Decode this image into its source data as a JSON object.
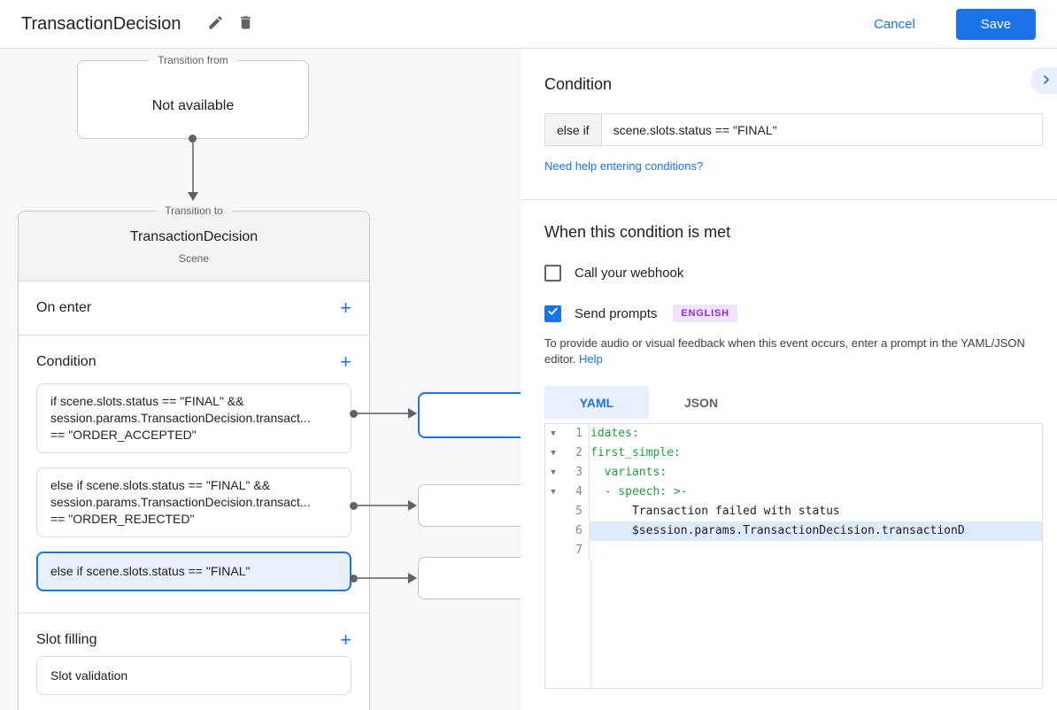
{
  "topbar": {
    "title": "TransactionDecision",
    "cancel_label": "Cancel",
    "save_label": "Save"
  },
  "flow": {
    "transition_from": {
      "legend": "Transition from",
      "value": "Not available"
    },
    "transition_to": {
      "legend": "Transition to",
      "title": "TransactionDecision",
      "subtitle": "Scene",
      "on_enter_label": "On enter",
      "condition_label": "Condition",
      "slot_filling_label": "Slot filling",
      "slot_validation_label": "Slot validation",
      "add_label": "+",
      "conditions": [
        {
          "text": "if scene.slots.status == \"FINAL\" &&\nsession.params.TransactionDecision.transact...\n== \"ORDER_ACCEPTED\""
        },
        {
          "text": "else if scene.slots.status == \"FINAL\" &&\nsession.params.TransactionDecision.transact...\n== \"ORDER_REJECTED\""
        },
        {
          "text": "else if scene.slots.status == \"FINAL\""
        }
      ]
    }
  },
  "panel": {
    "condition_section": {
      "heading": "Condition",
      "prefix": "else if",
      "expression": "scene.slots.status == \"FINAL\"",
      "help_link": "Need help entering conditions?"
    },
    "when_met": {
      "heading": "When this condition is met",
      "webhook_label": "Call your webhook",
      "send_prompts_label": "Send prompts",
      "language_badge": "ENGLISH",
      "description": "To provide audio or visual feedback when this event occurs, enter a prompt in the YAML/JSON editor.",
      "help_link": "Help"
    },
    "editor": {
      "tabs": {
        "yaml": "YAML",
        "json": "JSON"
      },
      "lines": [
        {
          "num": "1",
          "text": "idates:"
        },
        {
          "num": "2",
          "text": "first_simple:"
        },
        {
          "num": "3",
          "text": "  variants:"
        },
        {
          "num": "4",
          "text": "  - speech: >-"
        },
        {
          "num": "5",
          "text": "      Transaction failed with status"
        },
        {
          "num": "6",
          "text": "      $session.params.TransactionDecision.transactionD"
        },
        {
          "num": "7",
          "text": ""
        }
      ]
    }
  },
  "colors": {
    "accent": "#1a73e8",
    "selected_bg": "#e8f0fe",
    "yaml_key_green": "#1e9e3e",
    "badge_bg": "#f1e3fd",
    "badge_text": "#8430ce"
  }
}
